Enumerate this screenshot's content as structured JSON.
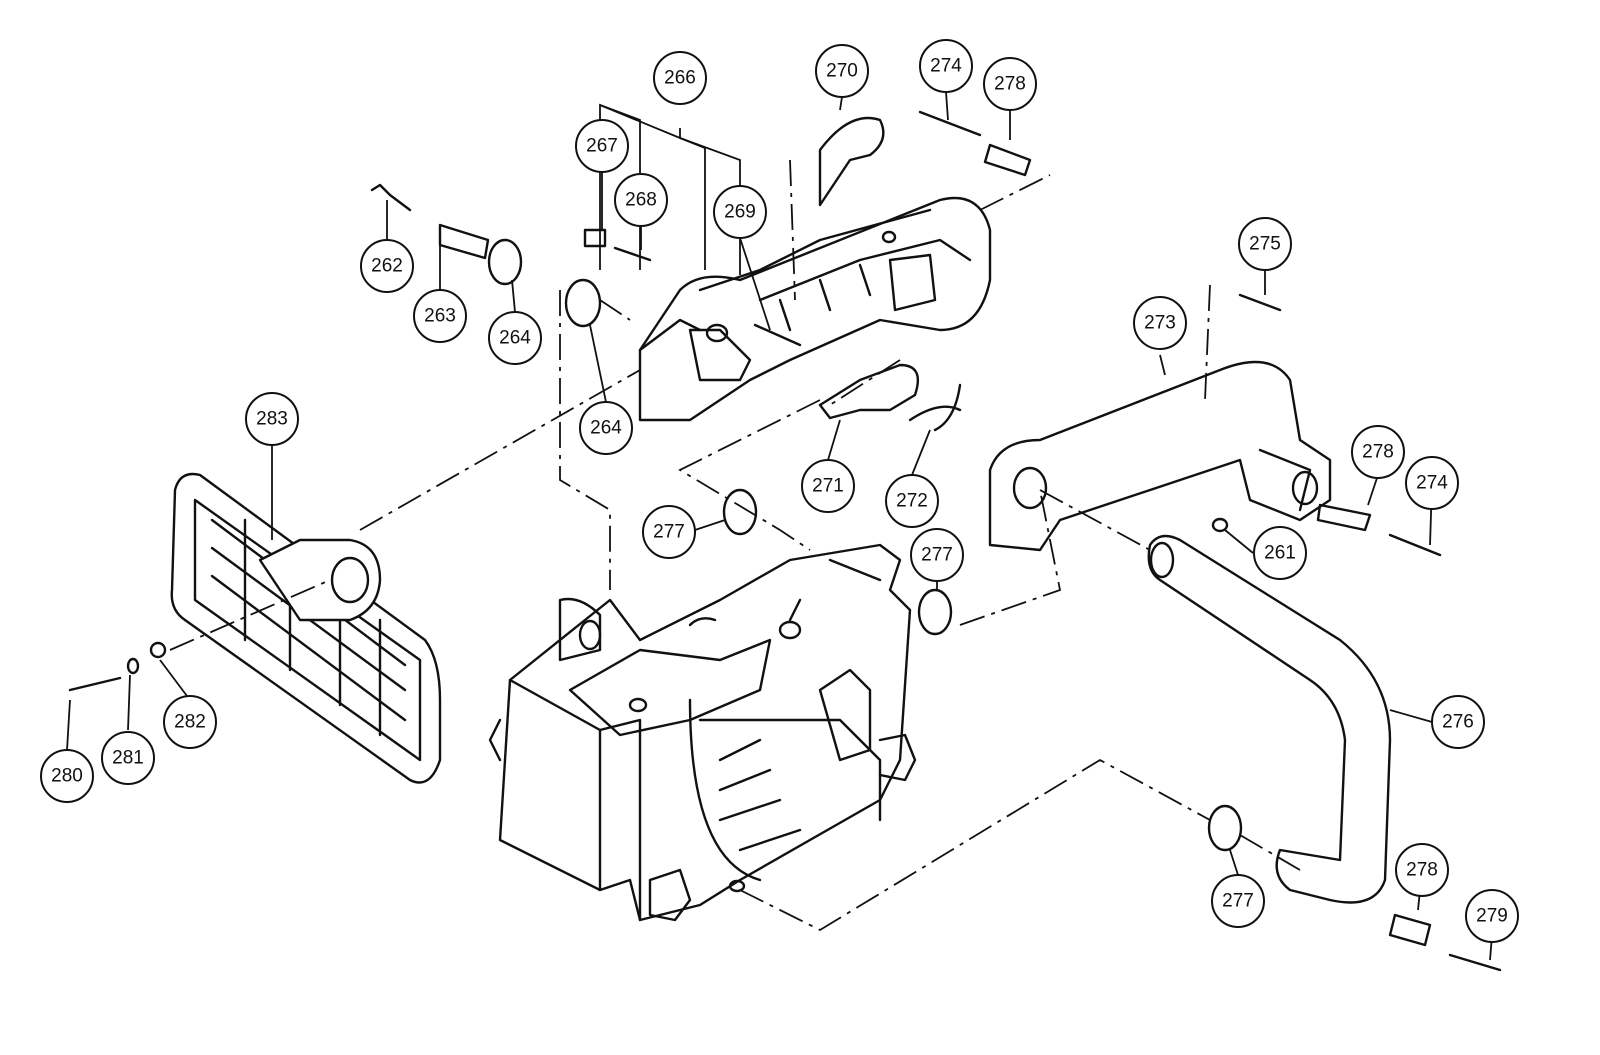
{
  "callouts": [
    {
      "id": "c261",
      "label": "261"
    },
    {
      "id": "c262",
      "label": "262"
    },
    {
      "id": "c263",
      "label": "263"
    },
    {
      "id": "c264a",
      "label": "264"
    },
    {
      "id": "c264b",
      "label": "264"
    },
    {
      "id": "c266",
      "label": "266"
    },
    {
      "id": "c267",
      "label": "267"
    },
    {
      "id": "c268",
      "label": "268"
    },
    {
      "id": "c269",
      "label": "269"
    },
    {
      "id": "c270",
      "label": "270"
    },
    {
      "id": "c271",
      "label": "271"
    },
    {
      "id": "c272",
      "label": "272"
    },
    {
      "id": "c273",
      "label": "273"
    },
    {
      "id": "c274a",
      "label": "274"
    },
    {
      "id": "c274b",
      "label": "274"
    },
    {
      "id": "c275",
      "label": "275"
    },
    {
      "id": "c276",
      "label": "276"
    },
    {
      "id": "c277a",
      "label": "277"
    },
    {
      "id": "c277b",
      "label": "277"
    },
    {
      "id": "c277c",
      "label": "277"
    },
    {
      "id": "c278a",
      "label": "278"
    },
    {
      "id": "c278b",
      "label": "278"
    },
    {
      "id": "c278c",
      "label": "278"
    },
    {
      "id": "c279",
      "label": "279"
    },
    {
      "id": "c280",
      "label": "280"
    },
    {
      "id": "c281",
      "label": "281"
    },
    {
      "id": "c282",
      "label": "282"
    },
    {
      "id": "c283",
      "label": "283"
    }
  ]
}
